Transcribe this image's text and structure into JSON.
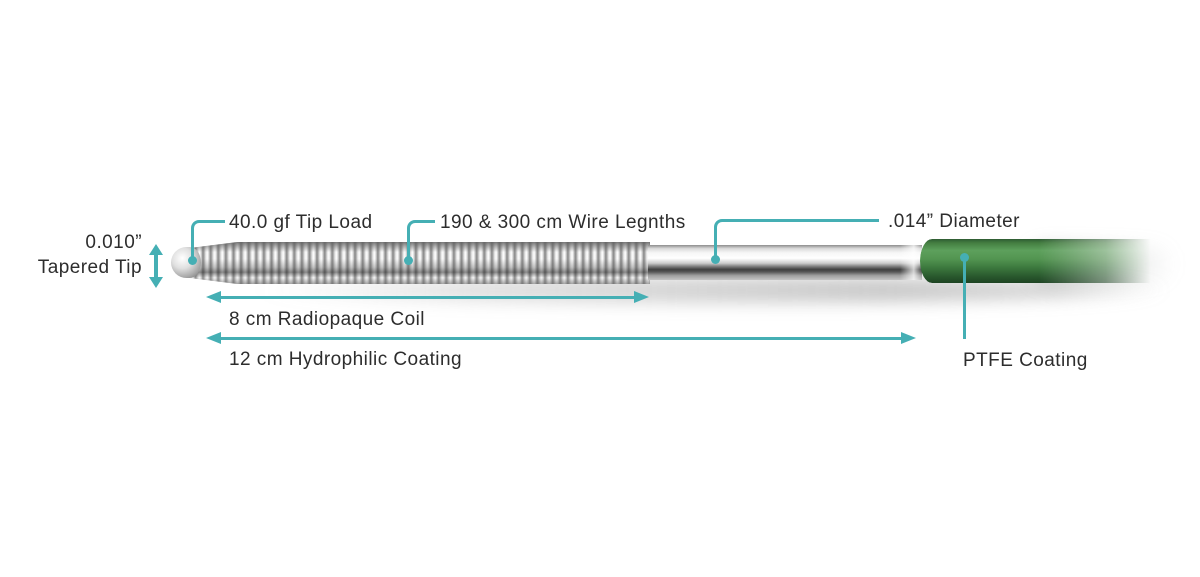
{
  "figure": {
    "title": "Guidewire specifications diagram",
    "colors": {
      "accent_teal": "#45AFB4",
      "text": "#2D2D2D",
      "ptfe_green": "#4A8A4C"
    },
    "annotations": {
      "tapered_tip_size": "0.010”",
      "tapered_tip_text": "Tapered Tip",
      "tip_load": "40.0 gf Tip Load",
      "wire_lengths": "190 & 300 cm Wire Legnths",
      "diameter": ".014” Diameter",
      "radiopaque_coil": "8 cm Radiopaque Coil",
      "hydrophilic_coating": "12 cm Hydrophilic Coating",
      "ptfe_coating": "PTFE Coating"
    }
  }
}
